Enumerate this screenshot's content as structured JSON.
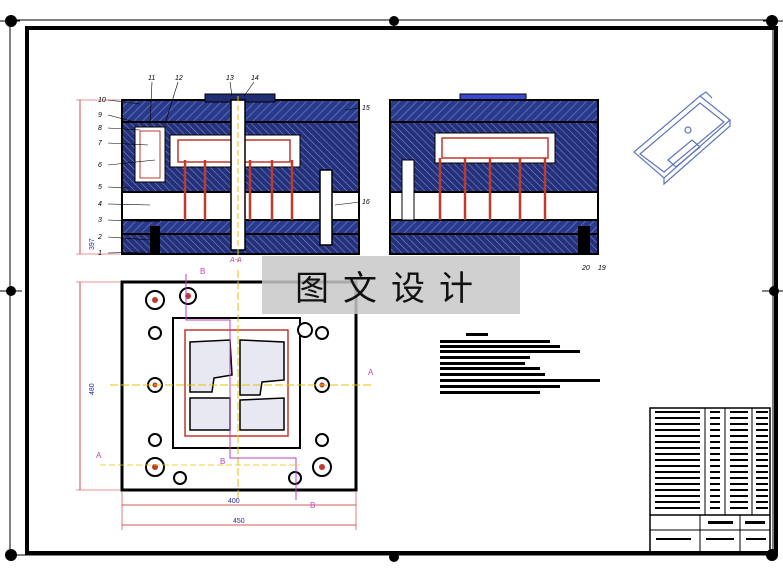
{
  "drawing": {
    "watermark_text": "图文设计",
    "part_numbers_left": [
      "10",
      "9",
      "8",
      "7",
      "6",
      "5",
      "4",
      "3",
      "2",
      "1"
    ],
    "part_numbers_top": [
      "11",
      "12",
      "13",
      "14"
    ],
    "part_numbers_right": [
      "15",
      "16"
    ],
    "part_numbers_side_view": [
      "20",
      "19"
    ],
    "section_marks": [
      "A",
      "B"
    ],
    "section_label_top": "A-A",
    "dim_height_front": "397",
    "dim_height_plan": "480",
    "dim_width_inner": "400",
    "dim_width_outer": "450",
    "colors": {
      "frame": "#000000",
      "plate_fill": "#1f2d73",
      "hatch": "#3a4aa0",
      "steel_red": "#c0392b",
      "centerline": "#e6c200",
      "dim_line": "#cc2222",
      "section_line": "#c040c0",
      "background": "#ffffff"
    }
  }
}
